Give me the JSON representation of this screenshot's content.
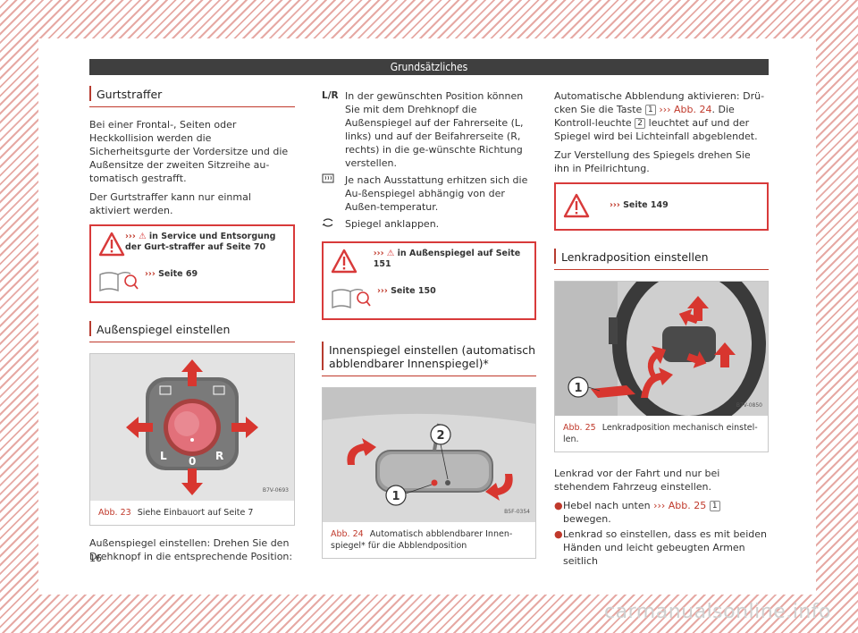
{
  "header": {
    "title": "Grundsätzliches"
  },
  "col1": {
    "gurt_title": "Gurtstraffer",
    "gurt_p1": "Bei einer Frontal-, Seiten oder Heckkollision werden die Sicherheitsgurte der Vordersitze und die Außensitze der zweiten Sitzreihe au-tomatisch gestrafft.",
    "gurt_p2": "Der Gurtstraffer kann nur einmal aktiviert werden.",
    "warn1_arrow": "›››",
    "warn1_text": "in Service und Entsorgung der Gurt-straffer auf Seite 70",
    "warn1_ref": "Seite 69",
    "aussen_title": "Außenspiegel einstellen",
    "fig23_label": "Abb. 23",
    "fig23_caption": "Siehe Einbauort auf Seite 7",
    "fig23_code": "B7V-0693",
    "fig23_letters": {
      "l": "L",
      "o": "0",
      "r": "R"
    },
    "aussen_p1": "Außenspiegel einstellen: Drehen Sie den Drehknopf in die entsprechende Position:"
  },
  "col2": {
    "legend": [
      {
        "sym": "L/R",
        "text": "In der gewünschten Position können Sie mit dem Drehknopf die Außenspiegel auf der Fahrerseite (L, links) und auf der Beifahrerseite (R, rechts) in die ge-wünschte Richtung verstellen."
      },
      {
        "sym": "heat",
        "text": "Je nach Ausstattung erhitzen sich die Au-ßenspiegel abhängig von der Außen-temperatur."
      },
      {
        "sym": "fold",
        "text": "Spiegel anklappen."
      }
    ],
    "warn2_text": "in Außenspiegel auf Seite 151",
    "warn2_ref": "Seite 150",
    "innen_title": "Innenspiegel einstellen (automatisch abblendbarer Innenspiegel)*",
    "fig24_label": "Abb. 24",
    "fig24_caption": "Automatisch abblendbarer Innen-spiegel* für die Abblendposition",
    "fig24_code": "B5F-0354",
    "fig24_callouts": [
      "1",
      "2"
    ]
  },
  "col3": {
    "p1_a": "Automatische Abblendung aktivieren: Drü-cken Sie die Taste",
    "p1_num": "1",
    "p1_ref": "Abb. 24",
    "p1_b": ". Die Kontroll-leuchte",
    "p1_num2": "2",
    "p1_c": "leuchtet auf und der Spiegel wird bei Lichteinfall abgeblendet.",
    "p2": "Zur Verstellung des Spiegels drehen Sie ihn in Pfeilrichtung.",
    "warn3_ref": "Seite 149",
    "lenk_title": "Lenkradposition einstellen",
    "fig25_label": "Abb. 25",
    "fig25_caption": "Lenkradposition mechanisch einstel-len.",
    "fig25_code": "B7V-0850",
    "fig25_callout": "1",
    "p3": "Lenkrad vor der Fahrt und nur bei stehendem Fahrzeug einstellen.",
    "b1_a": "Hebel nach unten",
    "b1_ref": "Abb. 25",
    "b1_num": "1",
    "b1_b": "bewegen.",
    "b2": "Lenkrad so einstellen, dass es mit beiden Händen und leicht gebeugten Armen seitlich"
  },
  "page_number": "16",
  "watermark": "carmanualsonline.info",
  "colors": {
    "accent": "#c0392b",
    "warn": "#d83a3a",
    "header_bg": "#3f3f3f"
  }
}
